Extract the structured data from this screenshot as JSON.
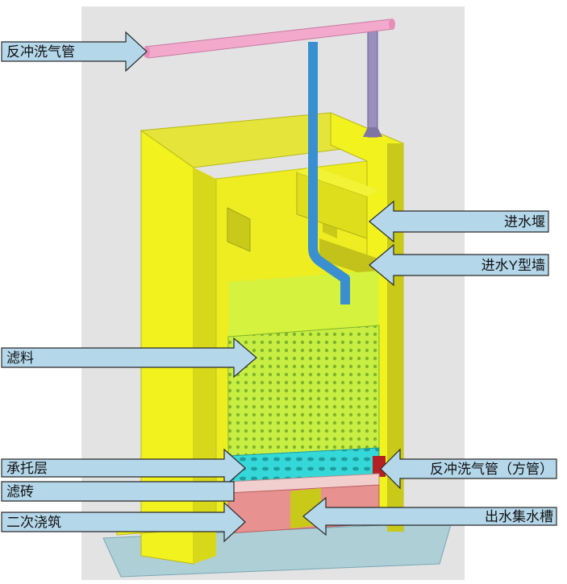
{
  "labels": {
    "backwash_air_pipe": "反冲洗气管",
    "inlet_weir": "进水堰",
    "inlet_y_wall": "进水Y型墙",
    "filter_media": "滤料",
    "support_layer": "承托层",
    "backwash_air_pipe_square": "反冲洗气管（方管）",
    "filter_brick": "滤砖",
    "secondary_pour": "二次浇筑",
    "outlet_channel": "出水集水槽"
  },
  "colors": {
    "background_panel": "#e3e3e3",
    "concrete_front": "#f2f21e",
    "concrete_side": "#c9c91a",
    "concrete_top": "#e4e43a",
    "water_inside": "#d4f23e",
    "filter_media": "#c8ee44",
    "support_layer": "#35d8d8",
    "filter_brick": "#f2cfcf",
    "secondary_pour": "#e89191",
    "base_slab": "#aecfd6",
    "air_pipe": "#f2a9cc",
    "vertical_pipe": "#3a8fd0",
    "pipe_support": "#9a8fbe",
    "square_pipe": "#b52020",
    "arrow_fill": "#b4d7ea",
    "arrow_stroke": "#2a2a2a"
  }
}
